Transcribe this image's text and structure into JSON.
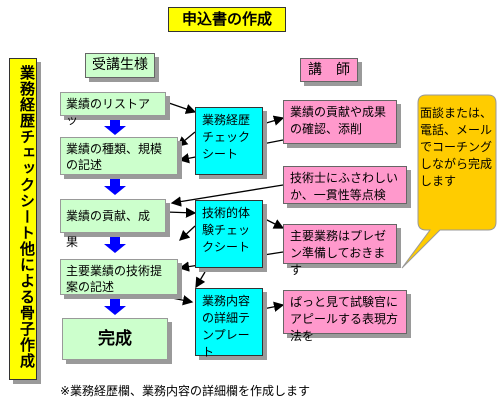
{
  "title": "申込書の作成",
  "side_label": "業務経歴チェックシート他による骨子作成",
  "columns": {
    "applicant": "受講生様",
    "instructor": "講　師"
  },
  "steps": [
    "業績のリストアッ",
    "業績の種類、規模の記述",
    "業績の貢献、成果",
    "主要業績の技術提案の記述",
    "完成"
  ],
  "tools": [
    "業務経歴チェックシート",
    "技術的体験チェックシート",
    "業務内容の詳細テンプレート"
  ],
  "instructor_notes": [
    "業績の貢献や成果の確認、添削",
    "技術士にふさわしいか、一貫性等点検",
    "主要業務はプレゼン準備しておきます",
    "ぱっと見て試験官にアピールする表現方法を"
  ],
  "callout": "面談または、電話、メールでコーチングしながら完成します",
  "footnote": "※業務経歴欄、業務内容の詳細欄を作成します",
  "colors": {
    "title_bg": "#ffff00",
    "step_bg": "#ccffcc",
    "tool_bg": "#00ffff",
    "instructor_bg": "#ff99cc",
    "callout_bg": "#ffcc00",
    "flow_arrow": "#0000ff"
  }
}
